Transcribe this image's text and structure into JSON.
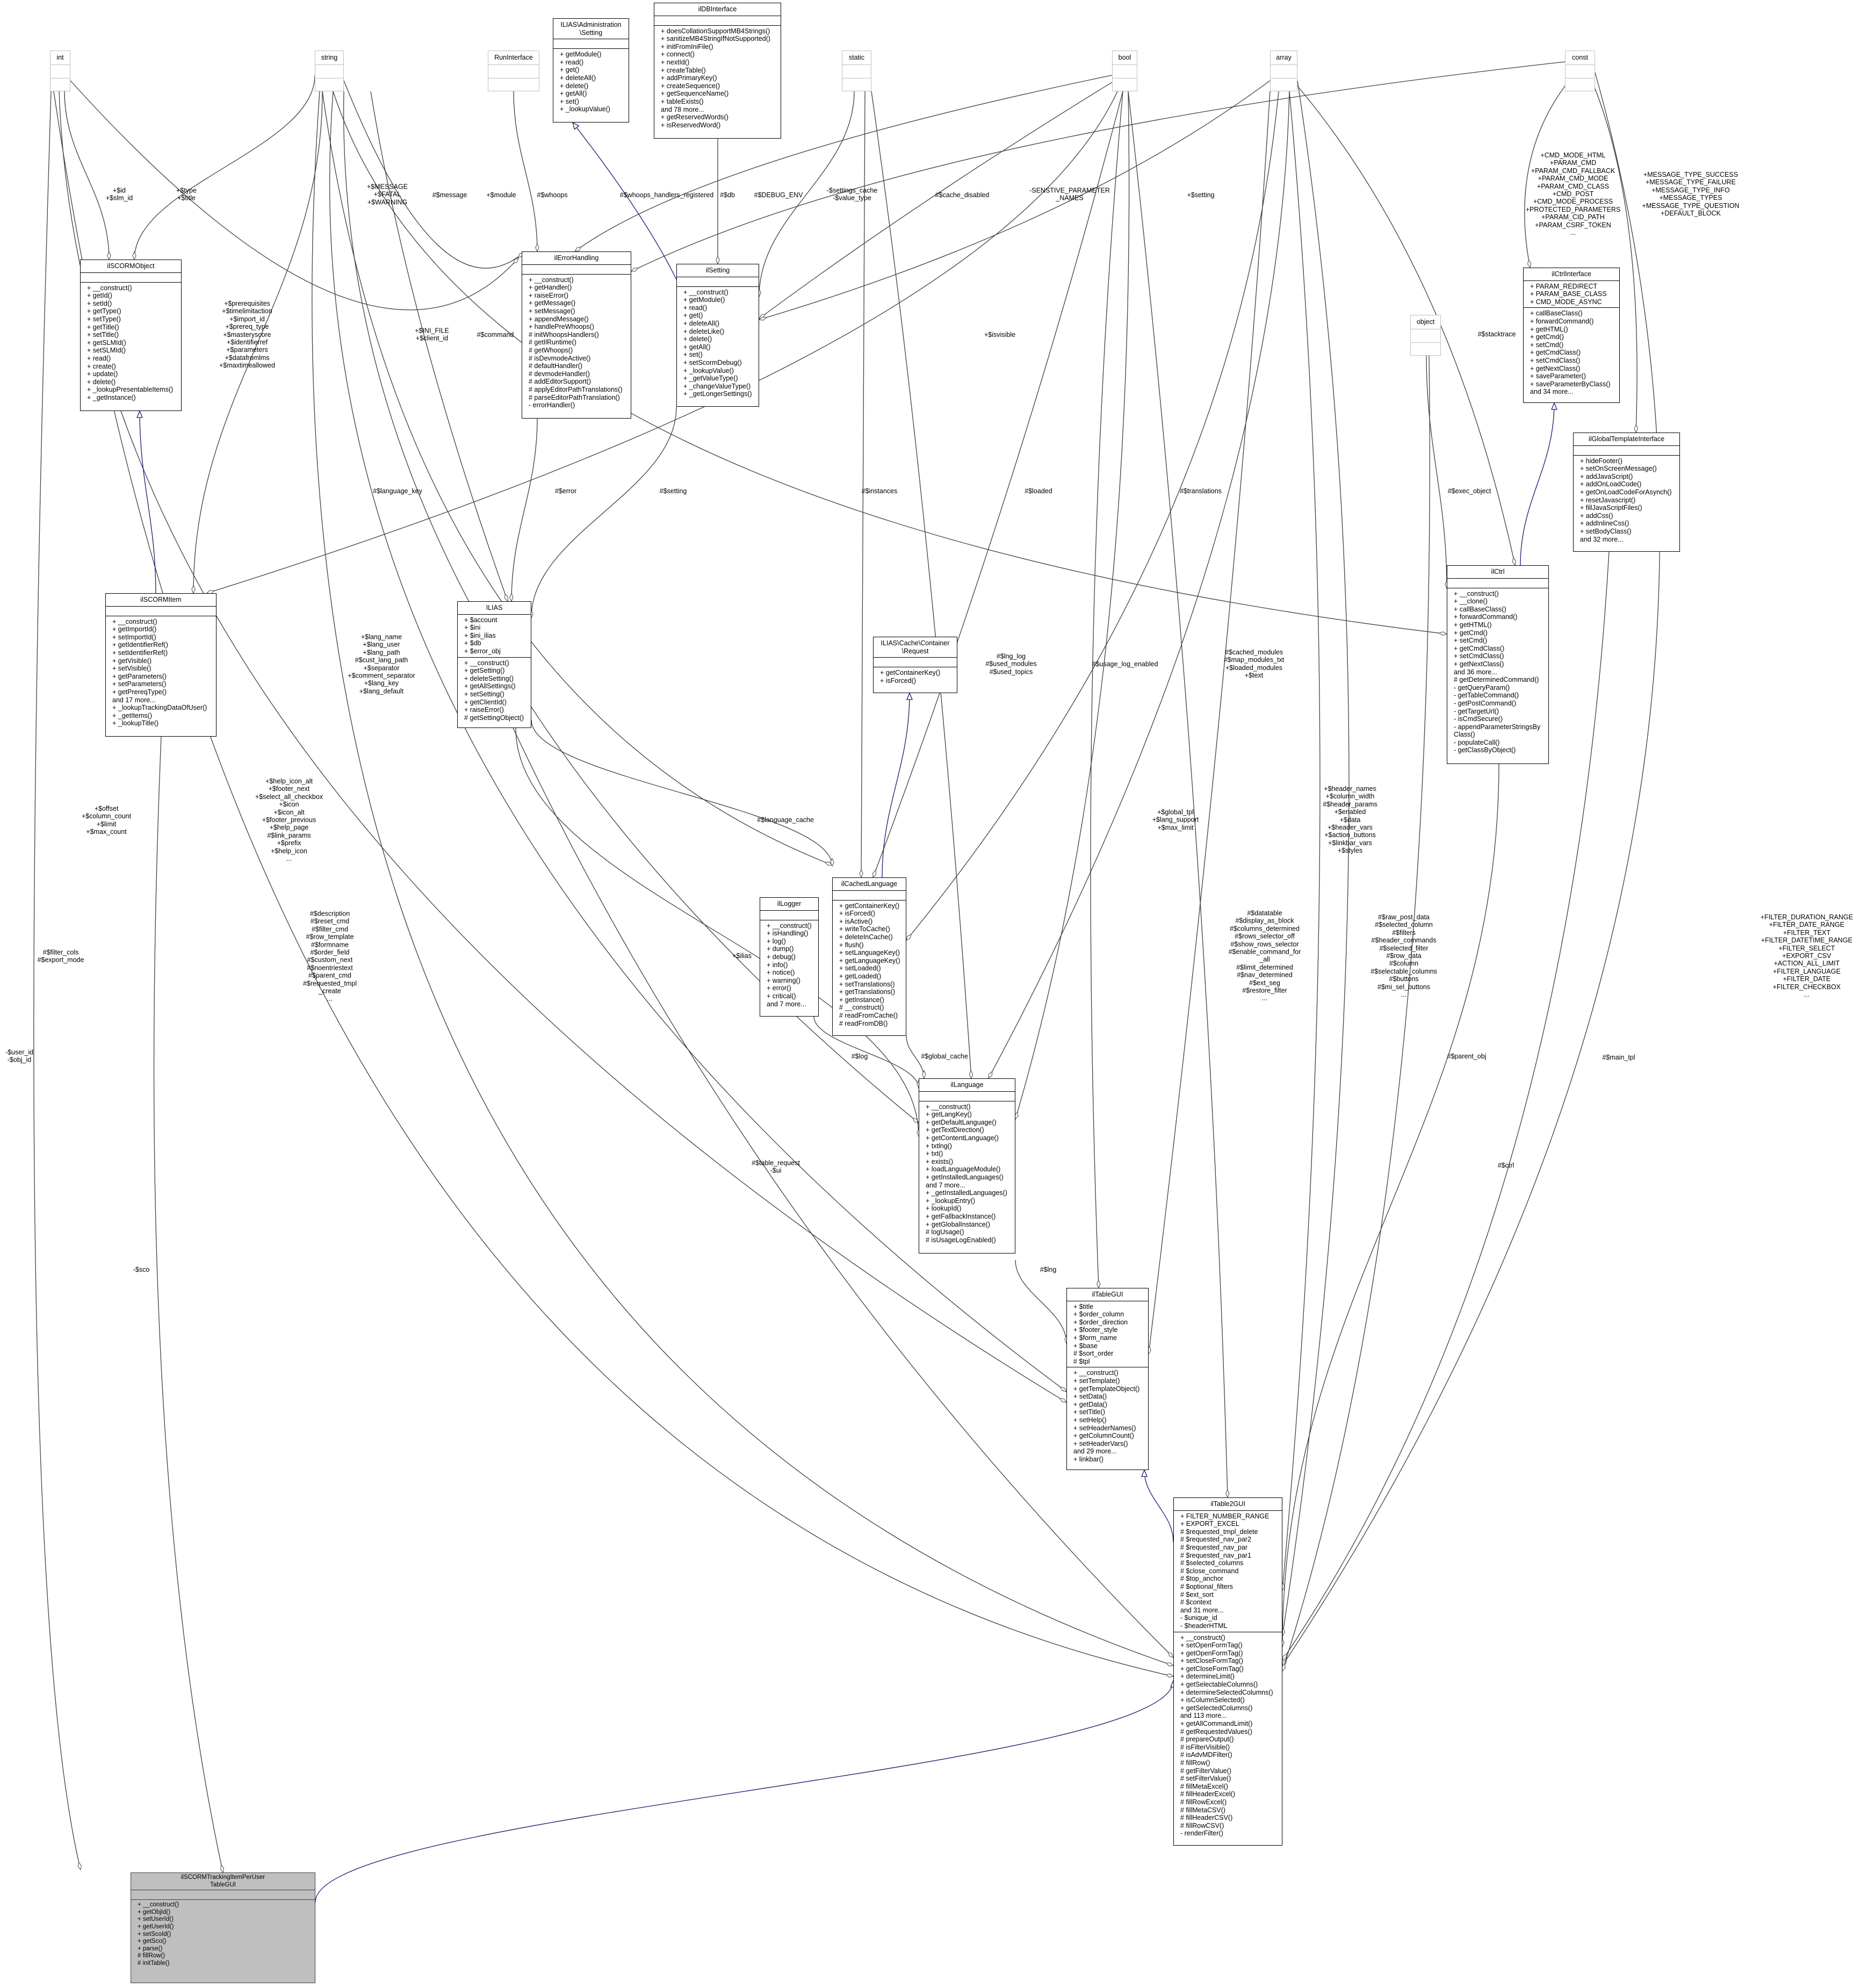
{
  "colors": {
    "edge": "#404040",
    "inheritance": "#191970",
    "focus_fill": "#bfbfbf",
    "type_border": "#bfbfbf"
  },
  "types": {
    "int": "int",
    "string": "string",
    "runinterface": "RunInterface",
    "static": "static",
    "bool": "bool",
    "array": "array",
    "const": "const",
    "object": "object"
  },
  "classes": {
    "admin_setting": {
      "name": [
        "ILIAS\\Administration",
        "\\Setting"
      ],
      "attributes": [],
      "methods": [
        "+ getModule()",
        "+ read()",
        "+ get()",
        "+ deleteAll()",
        "+ delete()",
        "+ getAll()",
        "+ set()",
        "+ _lookupValue()"
      ]
    },
    "ildbinterface": {
      "name": [
        "ilDBInterface"
      ],
      "attributes": [],
      "methods": [
        "+ doesCollationSupportMB4Strings()",
        "+ sanitizeMB4StringIfNotSupported()",
        "+ initFromIniFile()",
        "+ connect()",
        "+ nextId()",
        "+ createTable()",
        "+ addPrimaryKey()",
        "+ createSequence()",
        "+ getSequenceName()",
        "+ tableExists()",
        "and 78 more...",
        "+ getReservedWords()",
        "+ isReservedWord()"
      ]
    },
    "ilscormobject": {
      "name": [
        "ilSCORMObject"
      ],
      "attributes": [],
      "methods": [
        "+ __construct()",
        "+ getId()",
        "+ setId()",
        "+ getType()",
        "+ setType()",
        "+ getTitle()",
        "+ setTitle()",
        "+ getSLMId()",
        "+ setSLMId()",
        "+ read()",
        "+ create()",
        "+ update()",
        "+ delete()",
        "+ _lookupPresentableItems()",
        "+ _getInstance()"
      ]
    },
    "ilerrorhandling": {
      "name": [
        "ilErrorHandling"
      ],
      "attributes": [],
      "methods": [
        "+ __construct()",
        "+ getHandler()",
        "+ raiseError()",
        "+ getMessage()",
        "+ setMessage()",
        "+ appendMessage()",
        "+ handlePreWhoops()",
        "# initWhoopsHandlers()",
        "# getIlRuntime()",
        "# getWhoops()",
        "# isDevmodeActive()",
        "# defaultHandler()",
        "# devmodeHandler()",
        "# addEditorSupport()",
        "# applyEditorPathTranslations()",
        "# parseEditorPathTranslation()",
        "- errorHandler()"
      ]
    },
    "ilsetting": {
      "name": [
        "ilSetting"
      ],
      "attributes": [],
      "methods": [
        "+ __construct()",
        "+ getModule()",
        "+ read()",
        "+ get()",
        "+ deleteAll()",
        "+ deleteLike()",
        "+ delete()",
        "+ getAll()",
        "+ set()",
        "+ setScormDebug()",
        "+ _lookupValue()",
        "+ _getValueType()",
        "+ _changeValueType()",
        "+ _getLongerSettings()"
      ]
    },
    "ilias": {
      "name": [
        "ILIAS"
      ],
      "attributes": [
        "+ $account",
        "+ $ini",
        "+ $ini_ilias",
        "+ $db",
        "+ $error_obj"
      ],
      "methods": [
        "+ __construct()",
        "+ getSetting()",
        "+ deleteSetting()",
        "+ getAllSettings()",
        "+ setSetting()",
        "+ getClientId()",
        "+ raiseError()",
        "# getSettingObject()"
      ]
    },
    "cache_request": {
      "name": [
        "ILIAS\\Cache\\Container",
        "\\Request"
      ],
      "attributes": [],
      "methods": [
        "+ getContainerKey()",
        "+ isForced()"
      ]
    },
    "ilcachedlanguage": {
      "name": [
        "ilCachedLanguage"
      ],
      "attributes": [],
      "methods": [
        "+ getContainerKey()",
        "+ isForced()",
        "+ isActive()",
        "+ writeToCache()",
        "+ deleteInCache()",
        "+ flush()",
        "+ setLanguageKey()",
        "+ getLanguageKey()",
        "+ setLoaded()",
        "+ getLoaded()",
        "+ setTranslations()",
        "+ getTranslations()",
        "+ getInstance()",
        "# __construct()",
        "# readFromCache()",
        "# readFromDB()"
      ]
    },
    "illogger": {
      "name": [
        "ilLogger"
      ],
      "attributes": [],
      "methods": [
        "+ __construct()",
        "+ isHandling()",
        "+ log()",
        "+ dump()",
        "+ debug()",
        "+ info()",
        "+ notice()",
        "+ warning()",
        "+ error()",
        "+ critical()",
        "and 7 more..."
      ]
    },
    "ilscormitem": {
      "name": [
        "ilSCORMItem"
      ],
      "attributes": [],
      "methods": [
        "+ __construct()",
        "+ getImportId()",
        "+ setImportId()",
        "+ getIdentifierRef()",
        "+ setIdentifierRef()",
        "+ getVisible()",
        "+ setVisible()",
        "+ getParameters()",
        "+ setParameters()",
        "+ getPrereqType()",
        "and 17 more...",
        "+ _lookupTrackingDataOfUser()",
        "+ _getItems()",
        "+ _lookupTitle()"
      ]
    },
    "illanguage": {
      "name": [
        "ilLanguage"
      ],
      "attributes": [],
      "methods": [
        "+ __construct()",
        "+ getLangKey()",
        "+ getDefaultLanguage()",
        "+ getTextDirection()",
        "+ getContentLanguage()",
        "+ txtlng()",
        "+ txt()",
        "+ exists()",
        "+ loadLanguageModule()",
        "+ getInstalledLanguages()",
        "and 7 more...",
        "+ _getInstalledLanguages()",
        "+ _lookupEntry()",
        "+ lookupId()",
        "+ getFallbackInstance()",
        "+ getGlobalInstance()",
        "# logUsage()",
        "# isUsageLogEnabled()"
      ]
    },
    "iltablegui": {
      "name": [
        "ilTableGUI"
      ],
      "attributes": [
        "+ $title",
        "+ $order_column",
        "+ $order_direction",
        "+ $footer_style",
        "+ $form_name",
        "+ $base",
        "# $sort_order",
        "# $tpl"
      ],
      "methods": [
        "+ __construct()",
        "+ setTemplate()",
        "+ getTemplateObject()",
        "+ setData()",
        "+ getData()",
        "+ setTitle()",
        "+ setHelp()",
        "+ setHeaderNames()",
        "+ getColumnCount()",
        "+ setHeaderVars()",
        "and 29 more...",
        "+ linkbar()"
      ]
    },
    "iltable2gui": {
      "name": [
        "ilTable2GUI"
      ],
      "attributes": [
        "+ FILTER_NUMBER_RANGE",
        "+ EXPORT_EXCEL",
        "# $requested_tmpl_delete",
        "# $requested_nav_par2",
        "# $requested_nav_par",
        "# $requested_nav_par1",
        "# $selected_columns",
        "# $close_command",
        "# $top_anchor",
        "# $optional_filters",
        "# $ext_sort",
        "# $context",
        "and 31 more...",
        "- $unique_id",
        "- $headerHTML"
      ],
      "methods": [
        "+ __construct()",
        "+ setOpenFormTag()",
        "+ getOpenFormTag()",
        "+ setCloseFormTag()",
        "+ getCloseFormTag()",
        "+ determineLimit()",
        "+ getSelectableColumns()",
        "+ determineSelectedColumns()",
        "+ isColumnSelected()",
        "+ getSelectedColumns()",
        "and 113 more...",
        "+ getAllCommandLimit()",
        "# getRequestedValues()",
        "# prepareOutput()",
        "# isFilterVisible()",
        "# isAdvMDFilter()",
        "# fillRow()",
        "# getFilterValue()",
        "# setFilterValue()",
        "# fillMetaExcel()",
        "# fillHeaderExcel()",
        "# fillRowExcel()",
        "# fillMetaCSV()",
        "# fillHeaderCSV()",
        "# fillRowCSV()",
        "- renderFilter()"
      ]
    },
    "tracking_gui": {
      "name": [
        "ilSCORMTrackingItemPerUser",
        "TableGUI"
      ],
      "attributes": [],
      "methods": [
        "+ __construct()",
        "+ getObjId()",
        "+ setUserId()",
        "+ getUserId()",
        "+ setScoId()",
        "+ getSco()",
        "+ parse()",
        "# fillRow()",
        "# initTable()"
      ]
    },
    "ilctrlinterface": {
      "name": [
        "ilCtrlInterface"
      ],
      "attributes": [
        "+ PARAM_REDIRECT",
        "+ PARAM_BASE_CLASS",
        "+ CMD_MODE_ASYNC"
      ],
      "methods": [
        "+ callBaseClass()",
        "+ forwardCommand()",
        "+ getHTML()",
        "+ getCmd()",
        "+ setCmd()",
        "+ getCmdClass()",
        "+ setCmdClass()",
        "+ getNextClass()",
        "+ saveParameter()",
        "+ saveParameterByClass()",
        "and 34 more..."
      ]
    },
    "ilglobaltemplateinterface": {
      "name": [
        "ilGlobalTemplateInterface"
      ],
      "attributes": [],
      "methods": [
        "+ hideFooter()",
        "+ setOnScreenMessage()",
        "+ addJavaScript()",
        "+ addOnLoadCode()",
        "+ getOnLoadCodeForAsynch()",
        "+ resetJavascript()",
        "+ fillJavaScriptFiles()",
        "+ addCss()",
        "+ addInlineCss()",
        "+ setBodyClass()",
        "and 32 more..."
      ]
    },
    "ilctrl": {
      "name": [
        "ilCtrl"
      ],
      "attributes": [],
      "methods": [
        "+ __construct()",
        "+ __clone()",
        "+ callBaseClass()",
        "+ forwardCommand()",
        "+ getHTML()",
        "+ getCmd()",
        "+ setCmd()",
        "+ getCmdClass()",
        "+ setCmdClass()",
        "+ getNextClass()",
        "and 36 more...",
        "# getDeterminedCommand()",
        "- getQueryParam()",
        "- getTableCommand()",
        "- getPostCommand()",
        "- getTargetUrl()",
        "- isCmdSecure()",
        "- appendParameterStringsBy",
        "Class()",
        "- populateCall()",
        "- getClassByObject()"
      ]
    }
  },
  "edge_labels": [
    [
      "+$id",
      "+$slm_id"
    ],
    [
      "+$type",
      "+$title"
    ],
    [
      "+$MESSAGE",
      "+$FATAL",
      "+$WARNING"
    ],
    [
      "#$message"
    ],
    [
      "+$module"
    ],
    [
      "#$whoops"
    ],
    [
      "#$whoops_handlers_registered"
    ],
    [
      "#$db"
    ],
    [
      "#$DEBUG_ENV"
    ],
    [
      "-$settings_cache",
      "-$value_type"
    ],
    [
      "#$cache_disabled"
    ],
    [
      "-SENSTIVE_PARAMETER",
      "_NAMES"
    ],
    [
      "+$setting"
    ],
    [
      "+CMD_MODE_HTML",
      "+PARAM_CMD",
      "+PARAM_CMD_FALLBACK",
      "+PARAM_CMD_MODE",
      "+PARAM_CMD_CLASS",
      "+CMD_POST",
      "+CMD_MODE_PROCESS",
      "+PROTECTED_PARAMETERS",
      "+PARAM_CID_PATH",
      "+PARAM_CSRF_TOKEN",
      "..."
    ],
    [
      "+MESSAGE_TYPE_SUCCESS",
      "+MESSAGE_TYPE_FAILURE",
      "+MESSAGE_TYPE_INFO",
      "+MESSAGE_TYPES",
      "+MESSAGE_TYPE_QUESTION",
      "+DEFAULT_BLOCK"
    ],
    [
      "+$prerequisites",
      "+$timelimitaction",
      "+$import_id",
      "+$prereq_type",
      "+$masteryscore",
      "+$identifierref",
      "+$parameters",
      "+$datafromlms",
      "+$maxtimeallowed"
    ],
    [
      "+$INI_FILE",
      "+$client_id"
    ],
    [
      "#$command"
    ],
    [
      "+$isvisible"
    ],
    [
      "#$stacktrace"
    ],
    [
      "#$language_key"
    ],
    [
      "#$error"
    ],
    [
      "#$setting"
    ],
    [
      "#$instances"
    ],
    [
      "#$loaded"
    ],
    [
      "#$translations"
    ],
    [
      "#$exec_object"
    ],
    [
      "+$lang_name",
      "+$lang_user",
      "+$lang_path",
      "#$cust_lang_path",
      "+$separator",
      "+$comment_separator",
      "+$lang_key",
      "+$lang_default"
    ],
    [
      "#$lng_log",
      "#$used_modules",
      "#$used_topics"
    ],
    [
      "#$usage_log_enabled"
    ],
    [
      "#$cached_modules",
      "#$map_modules_txt",
      "+$loaded_modules",
      "+$text"
    ],
    [
      "+$offset",
      "+$column_count",
      "+$limit",
      "+$max_count"
    ],
    [
      "+$help_icon_alt",
      "+$footer_next",
      "+$select_all_checkbox",
      "+$icon",
      "+$icon_alt",
      "+$footer_previous",
      "+$help_page",
      "#$link_params",
      "+$prefix",
      "+$help_icon",
      "..."
    ],
    [
      "#$language_cache"
    ],
    [
      "+$global_tpl",
      "+$lang_support",
      "+$max_limit"
    ],
    [
      "+$header_names",
      "+$column_width",
      "#$header_params",
      "+$enabled",
      "+$data",
      "+$header_vars",
      "+$action_buttons",
      "+$linkbar_vars",
      "+$styles"
    ],
    [
      "#$filter_cols",
      "#$export_mode"
    ],
    [
      "#$description",
      "#$reset_cmd",
      "#$filter_cmd",
      "#$row_template",
      "#$formname",
      "#$order_field",
      "#$custom_next",
      "#$noentriestext",
      "#$parent_cmd",
      "#$requested_tmpl",
      "_create",
      "..."
    ],
    [
      "+$ilias"
    ],
    [
      "#$datatable",
      "#$display_as_block",
      "#$columns_determined",
      "#$rows_selector_off",
      "#$show_rows_selector",
      "#$enable_command_for",
      "_all",
      "#$limit_determined",
      "#$nav_determined",
      "#$ext_seg",
      "#$restore_filter",
      "..."
    ],
    [
      "#$raw_post_data",
      "#$selected_column",
      "#$filters",
      "#$header_commands",
      "#$selected_filter",
      "#$row_data",
      "#$column",
      "#$selectable_columns",
      "#$buttons",
      "#$mi_sel_buttons",
      "..."
    ],
    [
      "+FILTER_DURATION_RANGE",
      "+FILTER_DATE_RANGE",
      "+FILTER_TEXT",
      "+FILTER_DATETIME_RANGE",
      "+FILTER_SELECT",
      "+EXPORT_CSV",
      "+ACTION_ALL_LIMIT",
      "+FILTER_LANGUAGE",
      "+FILTER_DATE",
      "+FILTER_CHECKBOX",
      "..."
    ],
    [
      "-$user_id",
      "-$obj_id"
    ],
    [
      "#$log"
    ],
    [
      "#$global_cache"
    ],
    [
      "#$parent_obj"
    ],
    [
      "#$main_tpl"
    ],
    [
      "#$table_request",
      "-$ui"
    ],
    [
      "#$ctrl"
    ],
    [
      "-$sco"
    ],
    [
      "#$lng"
    ]
  ]
}
